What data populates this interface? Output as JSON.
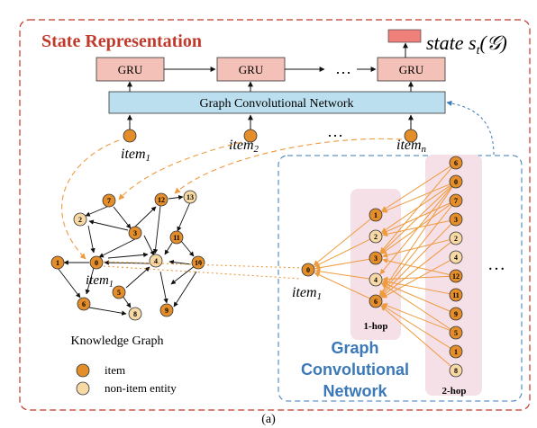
{
  "title": "State Representation",
  "state_label": "state s",
  "state_sub": "t",
  "state_arg": "(𝒢)",
  "gru_label": "GRU",
  "gcn_label": "Graph Convolutional Network",
  "ellipsis": "…",
  "items": {
    "first": {
      "name": "item",
      "sub": "1"
    },
    "second": {
      "name": "item",
      "sub": "2"
    },
    "last": {
      "name": "item",
      "sub": "n"
    }
  },
  "kg": {
    "caption": "Knowledge Graph",
    "item1_label": "item",
    "item1_sub": "1",
    "node_labels": {
      "n0": "0",
      "n1": "1",
      "n2": "2",
      "n3": "3",
      "n4": "4",
      "n5": "5",
      "n6": "6",
      "n7": "7",
      "n8": "8",
      "n9": "9",
      "n10": "10",
      "n11": "11",
      "n12": "12",
      "n13": "13"
    }
  },
  "legend": {
    "item": "item",
    "non_item": "non-item entity"
  },
  "gcn_panel": {
    "title_line1": "Graph",
    "title_line2": "Convolutional",
    "title_line3": "Network",
    "root_label": "0",
    "root_name": "item",
    "root_sub": "1",
    "hop1_label": "1-hop",
    "hop2_label": "2-hop",
    "hop1_nodes": [
      "1",
      "2",
      "3",
      "4",
      "6"
    ],
    "hop2_nodes": [
      "6",
      "0",
      "7",
      "3",
      "2",
      "4",
      "12",
      "11",
      "9",
      "5",
      "1",
      "8"
    ]
  },
  "caption": "(a)",
  "colors": {
    "item_fill": "#e38e2a",
    "non_item_fill": "#f7d9a6",
    "gru_fill": "#f3c1b8",
    "gcn_fill": "#bcdff0",
    "state_fill": "#ee7f7a",
    "title_red": "#c0392b",
    "panel_blue": "#3a78b8",
    "hop_pink": "#f6e0e8",
    "orange_line": "#ee9a3d"
  }
}
